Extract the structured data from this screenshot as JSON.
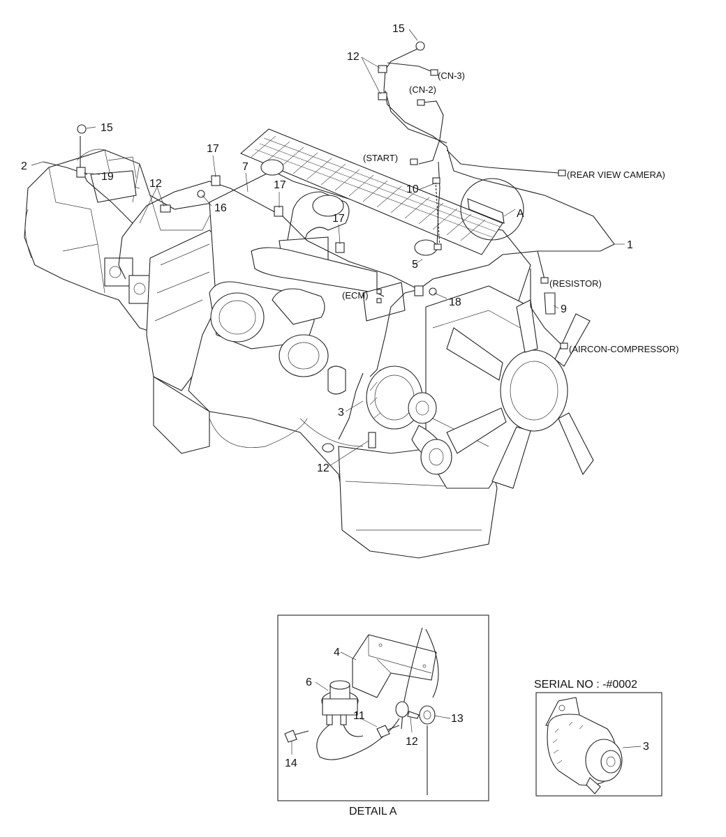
{
  "callouts": {
    "c1": "1",
    "c2": "2",
    "c3": "3",
    "c5": "5",
    "c7": "7",
    "c9": "9",
    "c10": "10",
    "c12a": "12",
    "c12b": "12",
    "c12c": "12",
    "c15a": "15",
    "c15b": "15",
    "c16": "16",
    "c17a": "17",
    "c17b": "17",
    "c17c": "17",
    "c18": "18",
    "c19": "19",
    "cA": "A"
  },
  "connectors": {
    "cn3": "(CN-3)",
    "cn2": "(CN-2)",
    "start": "(START)",
    "rear_camera": "(REAR VIEW CAMERA)",
    "resistor": "(RESISTOR)",
    "ecm": "(ECM)",
    "aircon": "(AIRCON-COMPRESSOR)"
  },
  "detail_a": {
    "caption": "DETAIL A",
    "callouts": {
      "d4": "4",
      "d6": "6",
      "d11": "11",
      "d12": "12",
      "d13": "13",
      "d14": "14"
    }
  },
  "serial_box": {
    "title": "SERIAL NO : -#0002",
    "callout": "3"
  }
}
